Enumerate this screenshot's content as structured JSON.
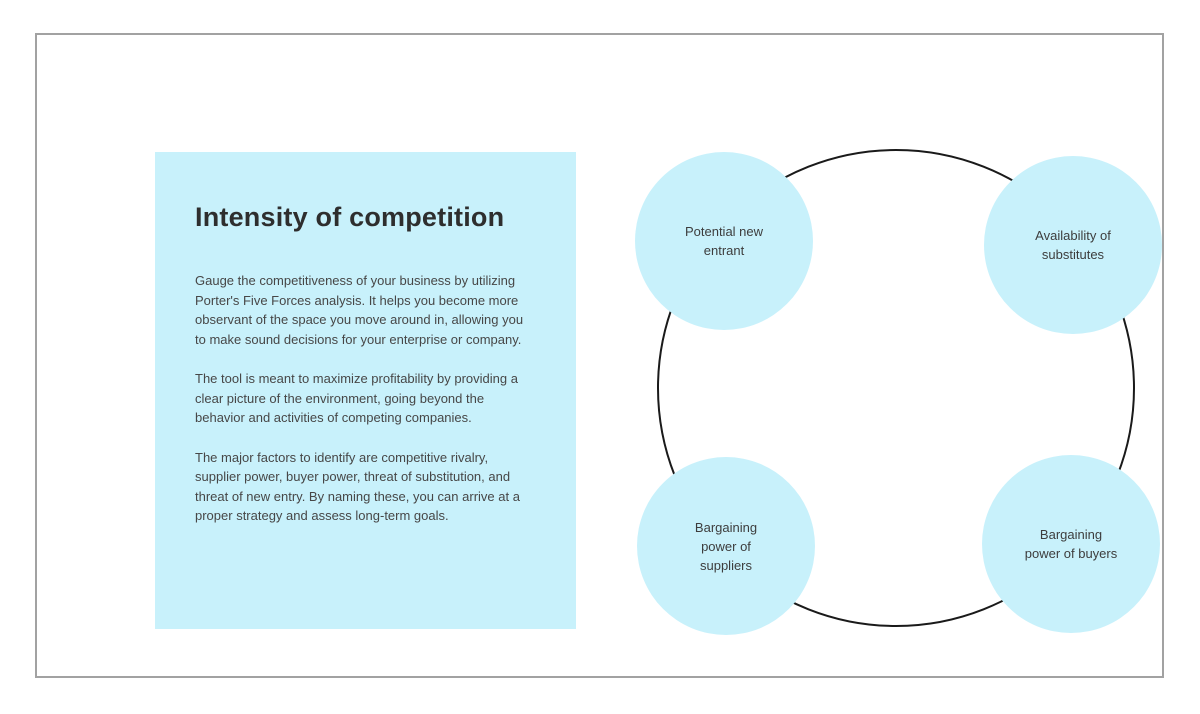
{
  "panel": {
    "title": "Intensity of competition",
    "paragraphs": [
      "Gauge the competitiveness of your business by utilizing Porter's Five Forces analysis. It helps you become more observant of the space you move around in, allowing you to make sound decisions for your enterprise or company.",
      "The tool is meant to maximize profitability by providing a clear picture of the environment, going beyond the behavior and activities of competing companies.",
      "The major factors to identify are competitive rivalry, supplier power, buyer power, threat of substitution, and threat of new entry. By naming these, you can arrive at a proper strategy and assess long-term goals."
    ]
  },
  "diagram": {
    "circles": [
      {
        "id": "potential-new-entrant",
        "label_lines": [
          "Potential new",
          "entrant"
        ]
      },
      {
        "id": "availability-of-substitutes",
        "label_lines": [
          "Availability of",
          "substitutes"
        ]
      },
      {
        "id": "bargaining-power-of-suppliers",
        "label_lines": [
          "Bargaining",
          "power of",
          "suppliers"
        ]
      },
      {
        "id": "bargaining-power-of-buyers",
        "label_lines": [
          "Bargaining",
          "power of buyers"
        ]
      }
    ]
  },
  "colors": {
    "shape_fill": "#c8f1fb",
    "ring_stroke": "#1a1a1a",
    "frame_border": "#a2a2a2",
    "title_text": "#2e2e2e",
    "body_text": "#474747"
  }
}
